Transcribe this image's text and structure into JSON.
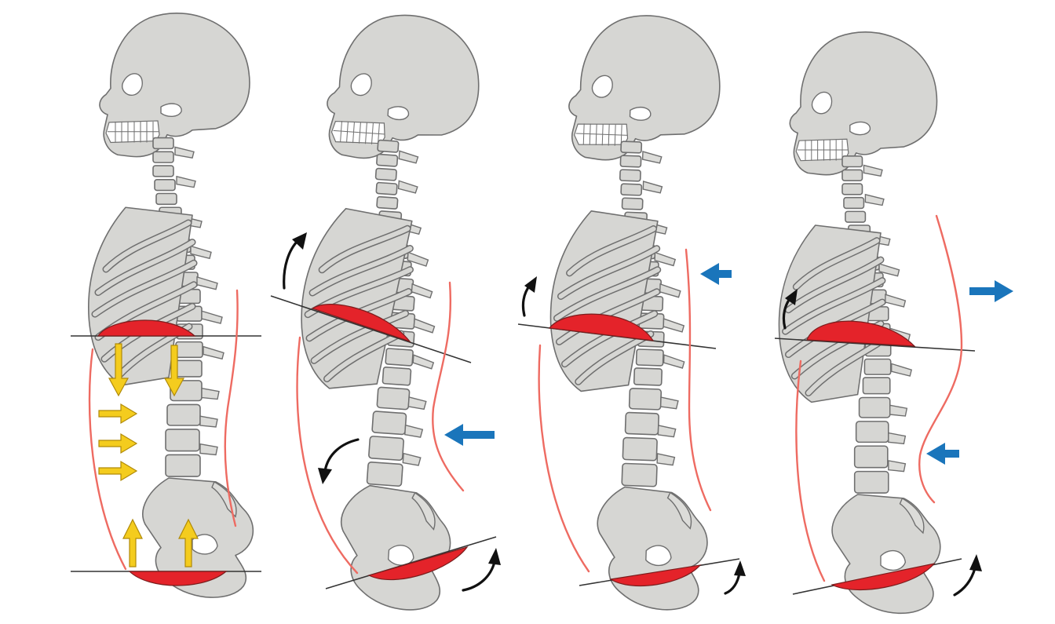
{
  "colors": {
    "bone": "#d6d6d3",
    "outline": "#6f6f6f",
    "diaphragm": "#e4232a",
    "abdominal_wall": "#ee6b62",
    "pressure_arrow": "#f4cc1e",
    "push_arrow": "#1a75bb",
    "rotation_arrow": "#111111",
    "plane_line": "#333333"
  },
  "panels": [
    {
      "id": "panel-1",
      "pressure_arrows": 7,
      "rotation_arrows": 0,
      "push_arrows": 0
    },
    {
      "id": "panel-2",
      "pressure_arrows": 0,
      "rotation_arrows": 3,
      "push_arrows": 1
    },
    {
      "id": "panel-3",
      "pressure_arrows": 0,
      "rotation_arrows": 2,
      "push_arrows": 1
    },
    {
      "id": "panel-4",
      "pressure_arrows": 0,
      "rotation_arrows": 2,
      "push_arrows": 2
    }
  ],
  "icons": {
    "pressure": "yellow-arrow-icon",
    "push": "blue-arrow-icon",
    "rotation": "curved-black-arrow-icon"
  }
}
